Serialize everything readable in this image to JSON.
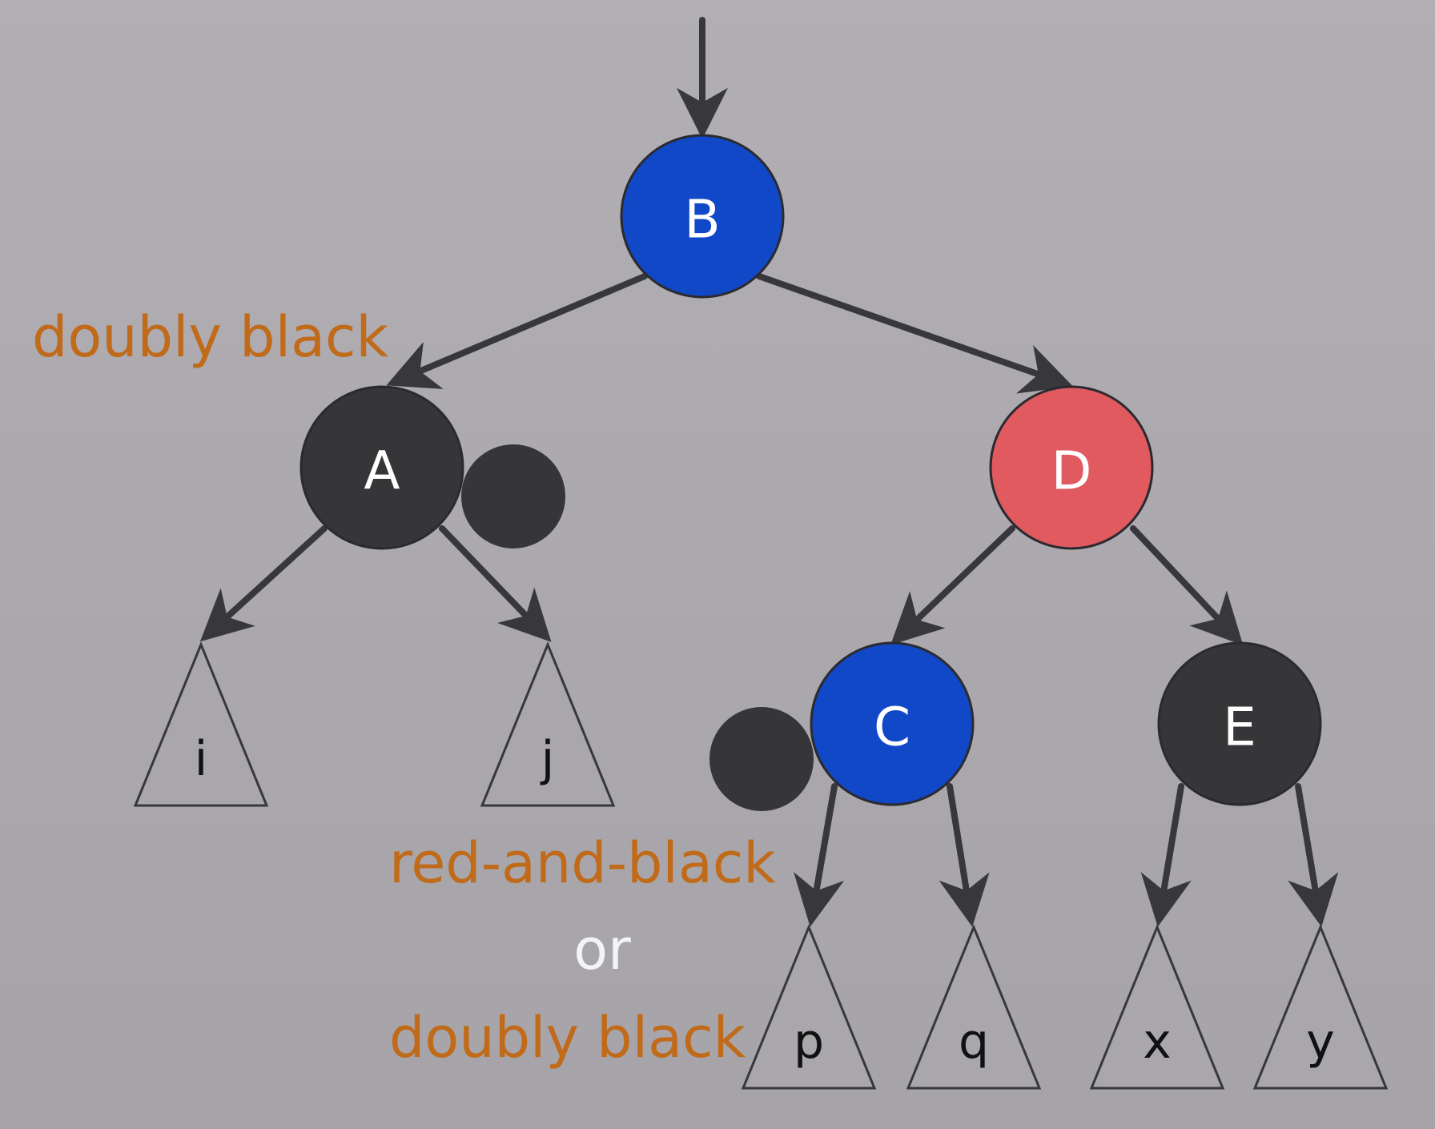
{
  "colors": {
    "background": "#aeacb0",
    "edge": "#38373b",
    "black_node": "#363538",
    "red_node": "#e05a60",
    "blue_node": "#1148c8",
    "leaf_fill": "#a9a7ab",
    "annotation": "#c06a1a",
    "annotation_light": "#f4f4f4"
  },
  "nodes": [
    {
      "id": "B",
      "label": "B",
      "color": "blue"
    },
    {
      "id": "A",
      "label": "A",
      "color": "black"
    },
    {
      "id": "D",
      "label": "D",
      "color": "red"
    },
    {
      "id": "C",
      "label": "C",
      "color": "blue"
    },
    {
      "id": "E",
      "label": "E",
      "color": "black"
    }
  ],
  "extra_black_markers": [
    "A",
    "C"
  ],
  "subtrees": [
    {
      "id": "i",
      "label": "i",
      "parent": "A"
    },
    {
      "id": "j",
      "label": "j",
      "parent": "A"
    },
    {
      "id": "p",
      "label": "p",
      "parent": "C"
    },
    {
      "id": "q",
      "label": "q",
      "parent": "C"
    },
    {
      "id": "x",
      "label": "x",
      "parent": "E"
    },
    {
      "id": "y",
      "label": "y",
      "parent": "E"
    }
  ],
  "edges": [
    [
      "root",
      "B"
    ],
    [
      "B",
      "A"
    ],
    [
      "B",
      "D"
    ],
    [
      "D",
      "C"
    ],
    [
      "D",
      "E"
    ],
    [
      "A",
      "i"
    ],
    [
      "A",
      "j"
    ],
    [
      "C",
      "p"
    ],
    [
      "C",
      "q"
    ],
    [
      "E",
      "x"
    ],
    [
      "E",
      "y"
    ]
  ],
  "annotations": {
    "a_label": "doubly black",
    "c_label_line1": "red-and-black",
    "c_label_line2": "or",
    "c_label_line3": "doubly black"
  }
}
